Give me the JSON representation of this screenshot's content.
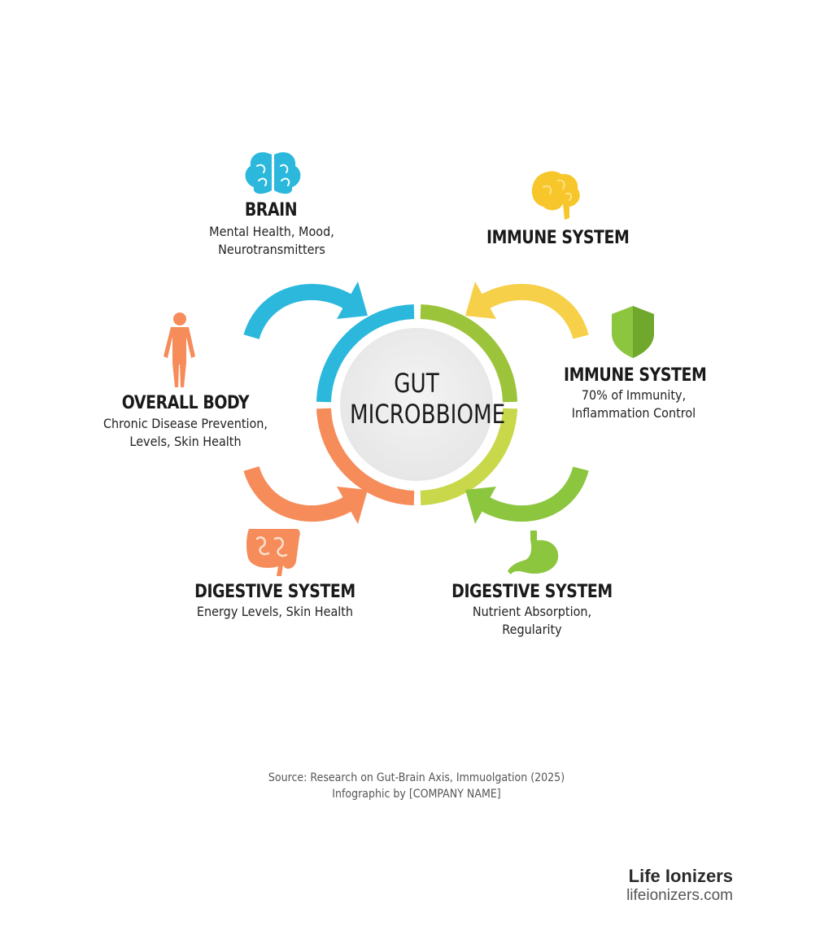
{
  "center": {
    "line1": "GUT",
    "line2": "MICROBBIOME"
  },
  "nodes": {
    "brain": {
      "title": "BRAIN",
      "desc": [
        "Mental Health, Mood,",
        "Neurotransmitters"
      ],
      "icon": "brain-icon",
      "color": "#2bb8dc"
    },
    "immune_top": {
      "title": "IMMUNE SYSTEM",
      "icon": "brain-icon",
      "color": "#f7c62b"
    },
    "immune_right": {
      "title": "IMMUNE SYSTEM",
      "desc": [
        "70% of Immunity,",
        "Inflammation Control"
      ],
      "icon": "shield-icon",
      "color": "#8cc63f"
    },
    "overall_body": {
      "title": "OVERALL BODY",
      "desc": [
        "Chronic Disease Prevention,",
        "Levels, Skin Health"
      ],
      "icon": "human-body-icon",
      "color": "#f58c5a"
    },
    "digestive_left": {
      "title": "DIGESTIVE SYSTEM",
      "desc": [
        "Energy Levels, Skin Health"
      ],
      "icon": "intestines-icon",
      "color": "#f58c5a"
    },
    "digestive_right": {
      "title": "DIGESTIVE SYSTEM",
      "desc": [
        "Nutrient Absorption,",
        "Regularity"
      ],
      "icon": "stomach-icon",
      "color": "#8cc63f"
    }
  },
  "ring_colors": {
    "top_left": "#2bb8dc",
    "top_right": "#9cc43a",
    "bottom_right": "#c8d84a",
    "bottom_left": "#f58c5a"
  },
  "source": {
    "line1": "Source: Research on Gut-Brain Axis, Immuolgation (2025)",
    "line2": "Infographic by [COMPANY NAME]"
  },
  "brand": {
    "name": "Life Ionizers",
    "url": "lifeionizers.com"
  }
}
